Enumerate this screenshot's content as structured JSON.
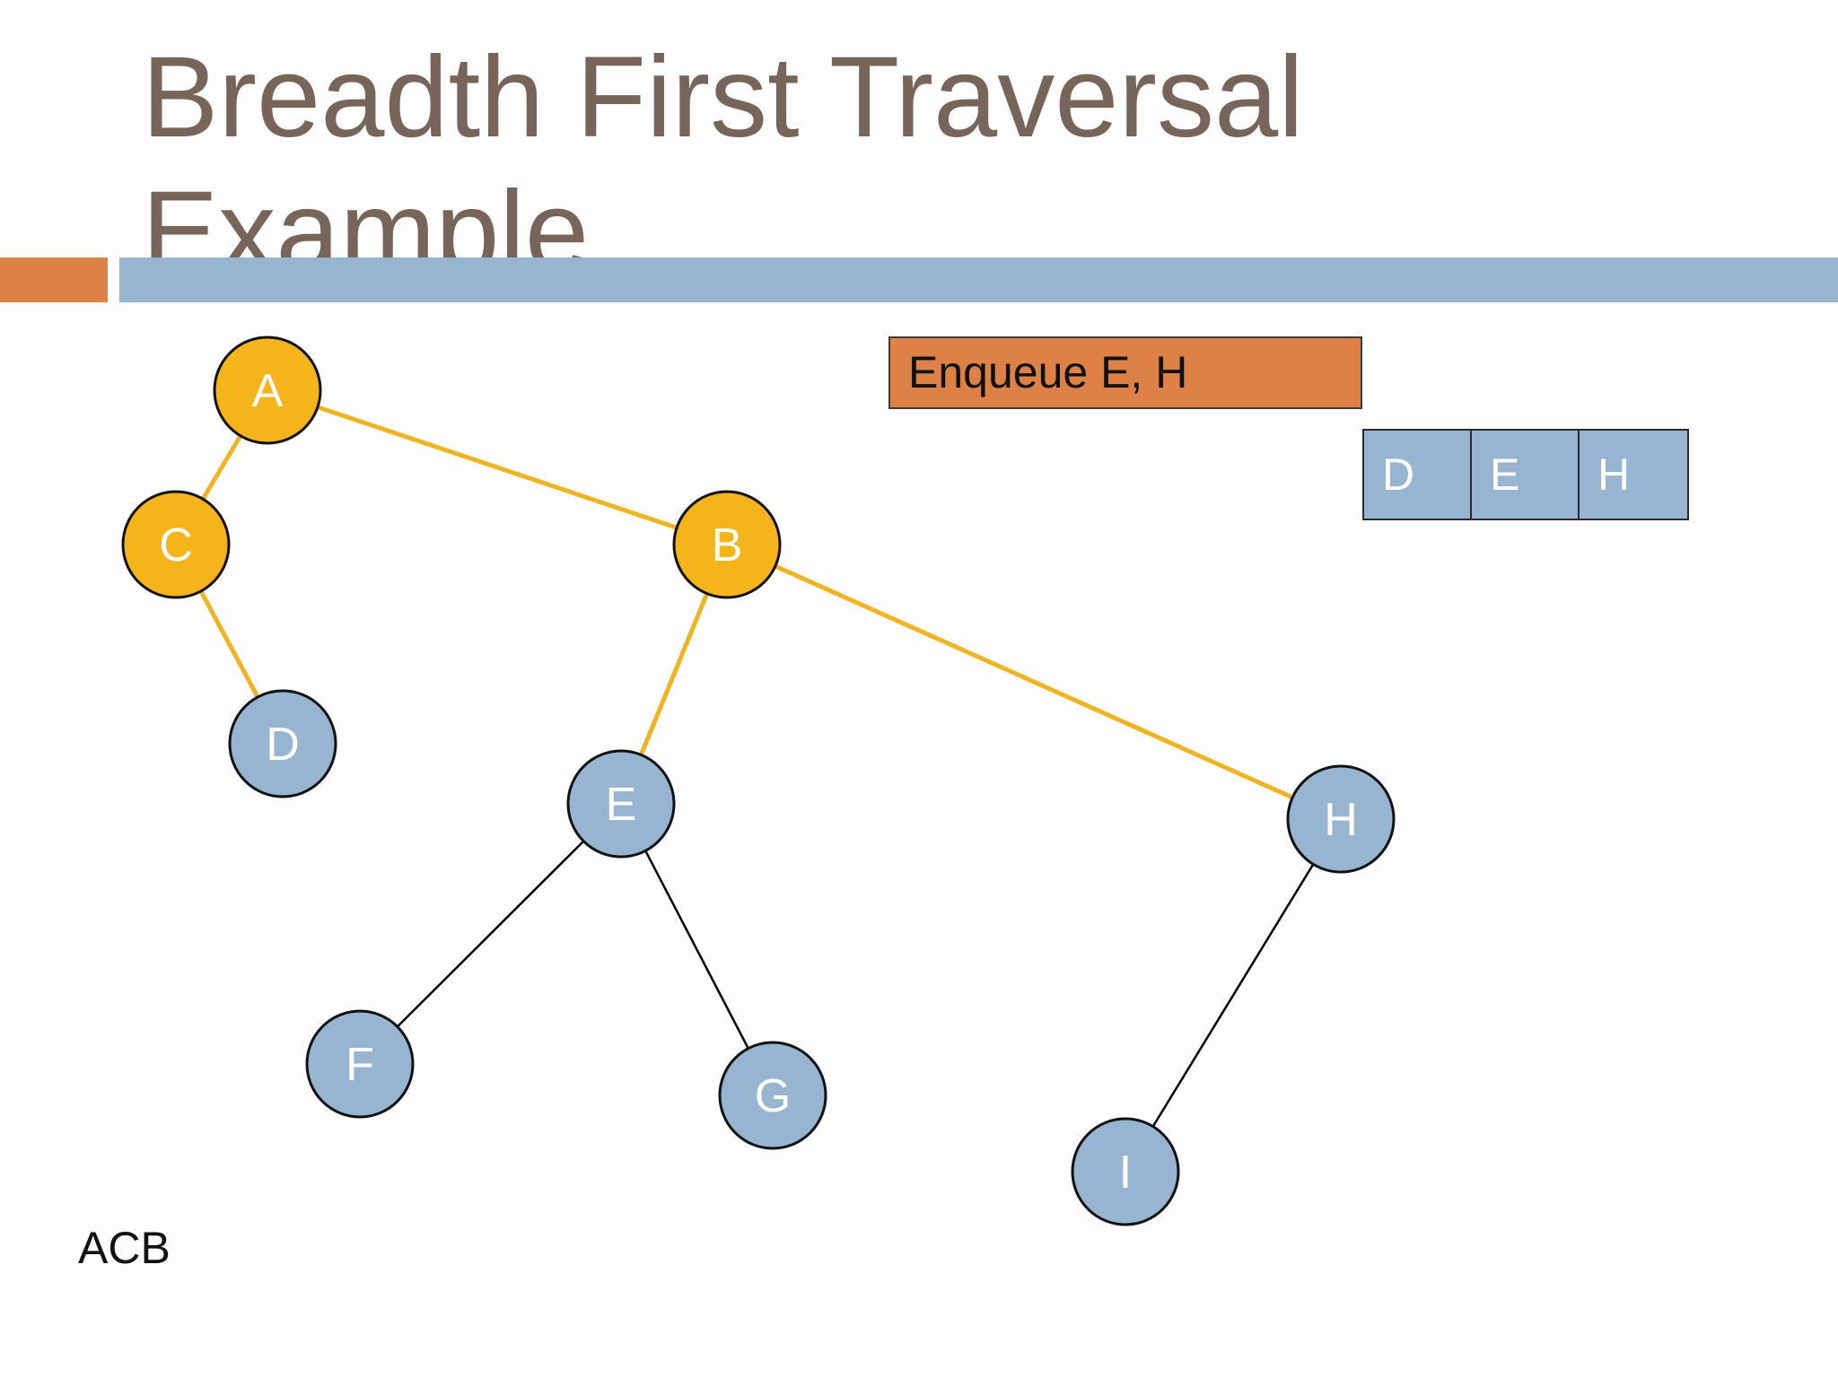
{
  "slide": {
    "title_line1": "Breadth First Traversal",
    "title_line2": "Example",
    "action": "Enqueue E, H",
    "visited_output": "ACB"
  },
  "queue": [
    "D",
    "E",
    "H"
  ],
  "colors": {
    "visited_fill": "#f5b51a",
    "visited_edge": "#f0b323",
    "unvisited_fill": "#97b5d1",
    "unvisited_edge": "#000000",
    "accent_orange": "#dd8147",
    "title": "#776559"
  },
  "tree": {
    "nodes": [
      {
        "id": "A",
        "label": "A",
        "visited": true
      },
      {
        "id": "C",
        "label": "C",
        "visited": true
      },
      {
        "id": "B",
        "label": "B",
        "visited": true
      },
      {
        "id": "D",
        "label": "D",
        "visited": false
      },
      {
        "id": "E",
        "label": "E",
        "visited": false
      },
      {
        "id": "H",
        "label": "H",
        "visited": false
      },
      {
        "id": "F",
        "label": "F",
        "visited": false
      },
      {
        "id": "G",
        "label": "G",
        "visited": false
      },
      {
        "id": "I",
        "label": "I",
        "visited": false
      }
    ],
    "edges": [
      {
        "from": "A",
        "to": "C",
        "traversed": true
      },
      {
        "from": "A",
        "to": "B",
        "traversed": true
      },
      {
        "from": "C",
        "to": "D",
        "traversed": true
      },
      {
        "from": "B",
        "to": "E",
        "traversed": true
      },
      {
        "from": "B",
        "to": "H",
        "traversed": true
      },
      {
        "from": "E",
        "to": "F",
        "traversed": false
      },
      {
        "from": "E",
        "to": "G",
        "traversed": false
      },
      {
        "from": "H",
        "to": "I",
        "traversed": false
      }
    ]
  }
}
